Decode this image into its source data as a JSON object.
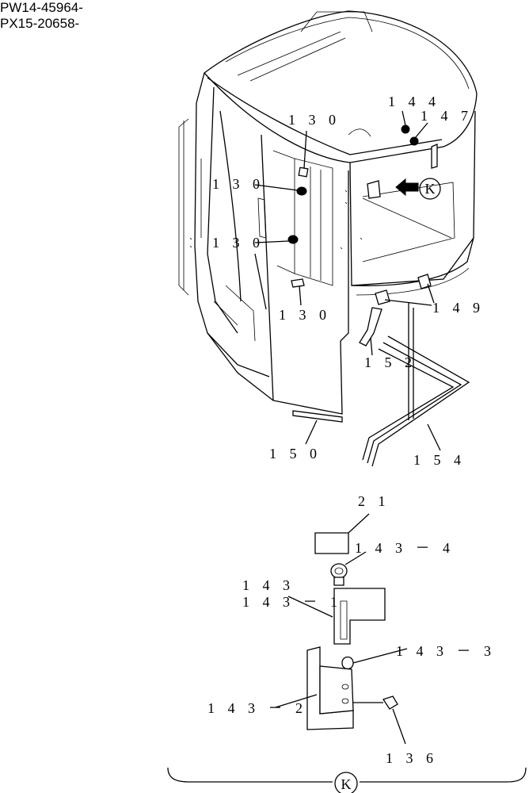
{
  "header": {
    "serials": [
      "PW14-45964-",
      "PX15-20658-"
    ]
  },
  "view_marker": {
    "letter": "K"
  },
  "callouts": {
    "c130a": "1 3 0",
    "c130b": "1 3 0",
    "c130c": "1 3 0",
    "c130d": "1 3 0",
    "c144": "1 4 4",
    "c147": "1 4 7",
    "c149": "1 4 9",
    "c152": "1 5 2",
    "c150": "1 5 0",
    "c154": "1 5 4",
    "c21": "2 1",
    "c143_4": "1 4 3 － 4",
    "c143": "1 4 3",
    "c143_1": "1 4 3 － 1",
    "c143_3": "1 4 3 － 3",
    "c143_2": "1 4 3 － 2",
    "c136": "1 3 6"
  }
}
